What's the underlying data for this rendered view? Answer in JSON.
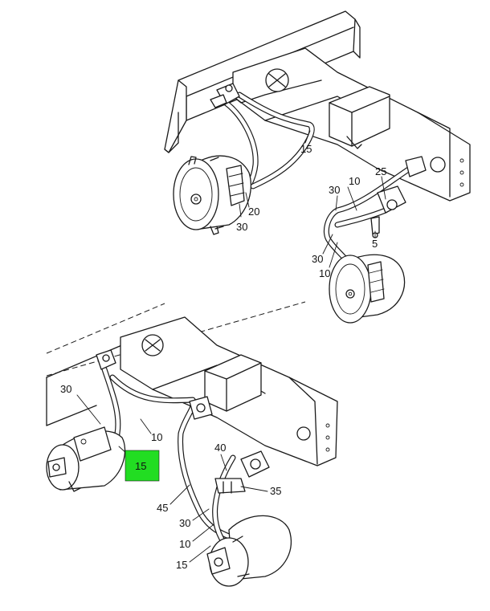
{
  "labels": {
    "top_15": "15",
    "top_20": "20",
    "top_30_a": "30",
    "top_10_a": "10",
    "top_25": "25",
    "top_30_b": "30",
    "top_5": "5",
    "top_30_c": "30",
    "top_10_b": "10",
    "bot_30_a": "30",
    "bot_10_a": "10",
    "bot_15_highlight": "15",
    "bot_40": "40",
    "bot_35": "35",
    "bot_45": "45",
    "bot_30_b": "30",
    "bot_10_b": "10",
    "bot_15_b": "15"
  },
  "colors": {
    "highlight_fill": "#22dd22",
    "line": "#1a1a1a"
  }
}
